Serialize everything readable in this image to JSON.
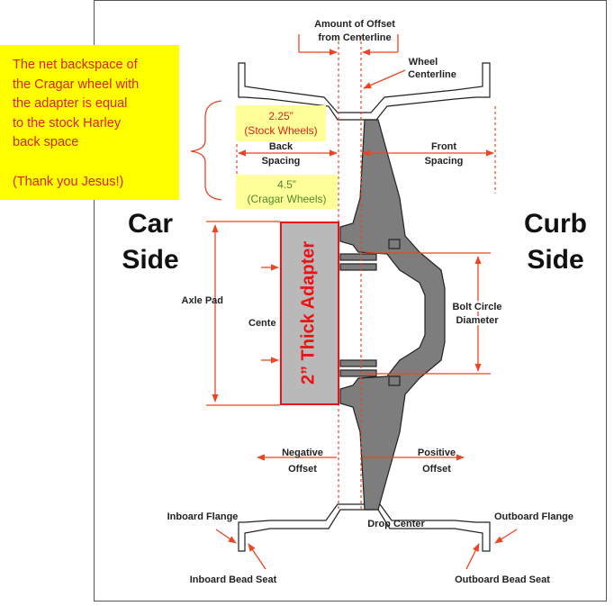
{
  "note": {
    "lines": [
      "The net backspace of",
      "the Cragar wheel with",
      "the adapter is equal",
      "to the stock Harley",
      "back space"
    ],
    "thanks": "(Thank you Jesus!)"
  },
  "stock": {
    "value": "2.25”",
    "label": "(Stock Wheels)"
  },
  "cragar": {
    "value": "4.5”",
    "label": "(Cragar Wheels)"
  },
  "adapter_label": "2” Thick Adapter",
  "labels": {
    "offset_amount_1": "Amount of Offset",
    "offset_amount_2": "from Centerline",
    "wheel_cl_1": "Wheel",
    "wheel_cl_2": "Centerline",
    "back_spacing_1": "Back",
    "back_spacing_2": "Spacing",
    "front_spacing_1": "Front",
    "front_spacing_2": "Spacing",
    "car_side_1": "Car",
    "car_side_2": "Side",
    "curb_side_1": "Curb",
    "curb_side_2": "Side",
    "axle_pad": "Axle Pad",
    "center": "Cente",
    "bolt_circle_1": "Bolt Circle",
    "bolt_circle_2": "Diameter",
    "negative_1": "Negative",
    "negative_2": "Offset",
    "positive_1": "Positive",
    "positive_2": "Offset",
    "inboard_flange": "Inboard Flange",
    "outboard_flange": "Outboard Flange",
    "drop_center": "Drop Center",
    "inboard_bead": "Inboard Bead Seat",
    "outboard_bead": "Outboard Bead Seat"
  },
  "colors": {
    "arrow": "#ee4422",
    "metal": "#7d7d7d",
    "note_bg": "#ffff00",
    "note_text": "#e0201b",
    "stock_text": "#e0201b",
    "cragar_text": "#4e8a2a"
  }
}
